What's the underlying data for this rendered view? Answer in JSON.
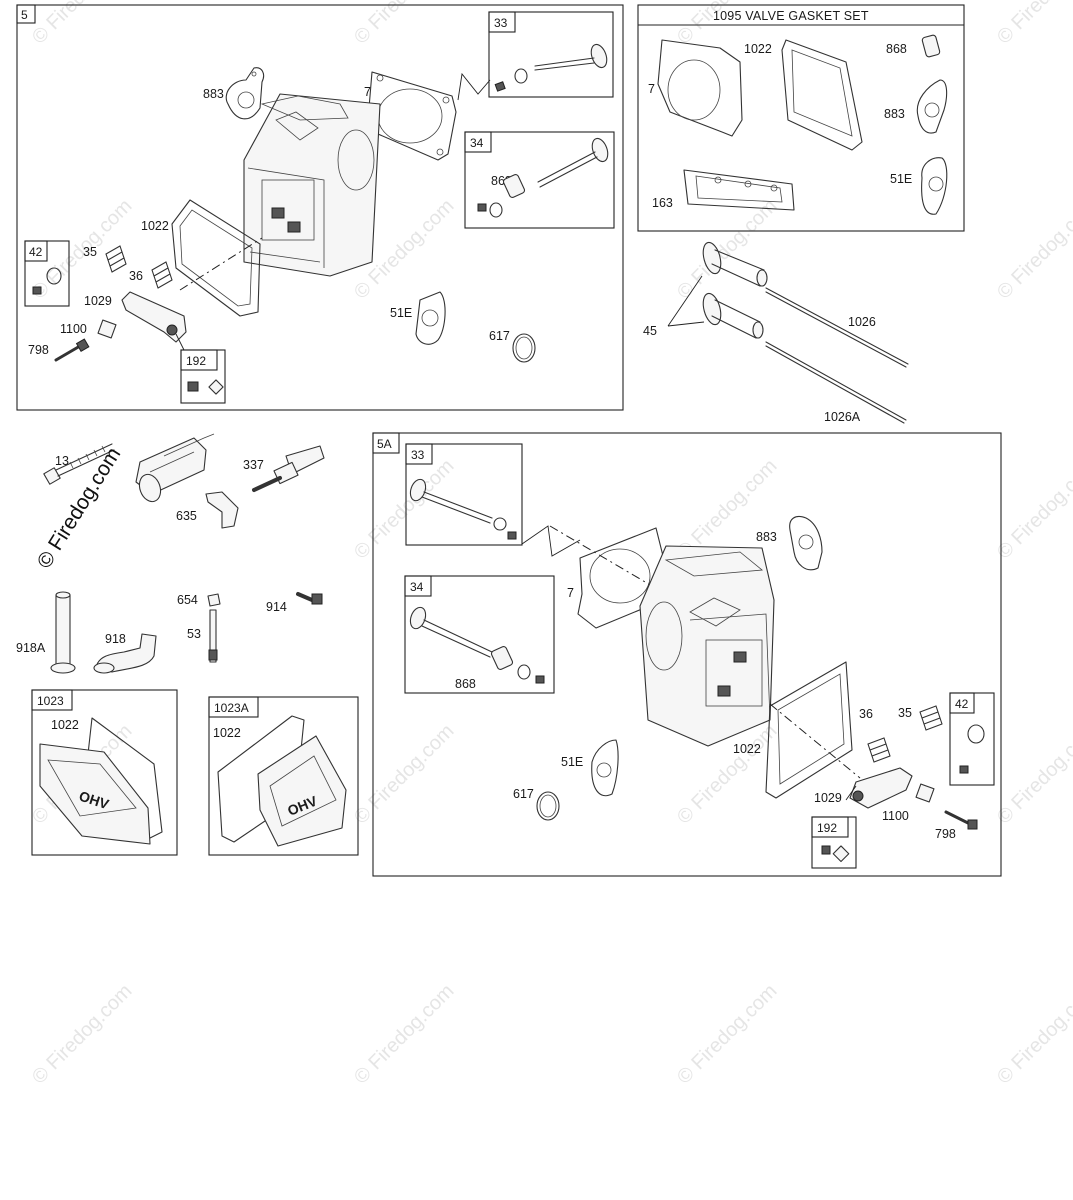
{
  "watermark": {
    "text": "© Firedog.com",
    "prominent_text": "© Firedog.com"
  },
  "section_5": {
    "box_label": "5",
    "sub_box_33": "33",
    "sub_box_34": "34",
    "sub_box_42": "42",
    "sub_box_192": "192",
    "labels": {
      "p883": "883",
      "p7": "7",
      "p868": "868",
      "p1022": "1022",
      "p35": "35",
      "p36": "36",
      "p1029": "1029",
      "p1100": "1100",
      "p798": "798",
      "p51e": "51E",
      "p617": "617"
    }
  },
  "valve_gasket_set": {
    "title": "1095 VALVE GASKET SET",
    "labels": {
      "p7": "7",
      "p1022": "1022",
      "p868": "868",
      "p883": "883",
      "p51e": "51E",
      "p163": "163"
    }
  },
  "valves": {
    "p45": "45",
    "p1026": "1026",
    "p1026a": "1026A"
  },
  "loose_parts": {
    "p13": "13",
    "p337": "337",
    "p635": "635",
    "p654": "654",
    "p914": "914",
    "p53": "53",
    "p918a": "918A",
    "p918": "918"
  },
  "cover_1023": {
    "box_label": "1023",
    "p1022": "1022",
    "badge": "OHV"
  },
  "cover_1023a": {
    "box_label": "1023A",
    "p1022": "1022",
    "badge": "OHV"
  },
  "section_5a": {
    "box_label": "5A",
    "sub_box_33": "33",
    "sub_box_34": "34",
    "sub_box_42": "42",
    "sub_box_192": "192",
    "labels": {
      "p7": "7",
      "p883": "883",
      "p868": "868",
      "p1022": "1022",
      "p36": "36",
      "p35": "35",
      "p51e": "51E",
      "p617": "617",
      "p1029": "1029",
      "p1100": "1100",
      "p798": "798"
    }
  }
}
